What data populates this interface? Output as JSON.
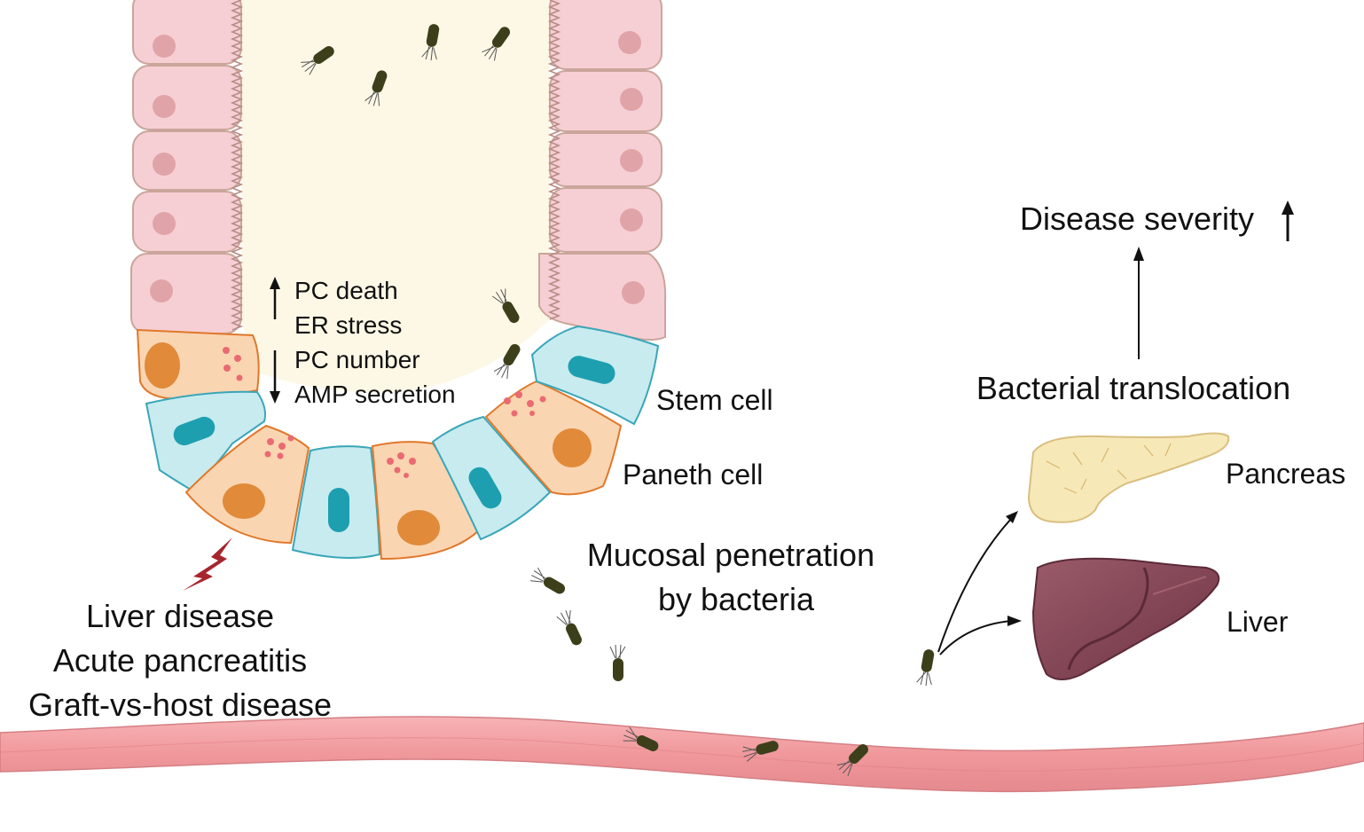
{
  "effects": {
    "up_items": [
      "PC death",
      "ER stress"
    ],
    "down_items": [
      "PC number",
      "AMP secretion"
    ]
  },
  "cell_labels": {
    "stem_cell": "Stem cell",
    "paneth_cell": "Paneth cell"
  },
  "diseases": [
    "Liver disease",
    "Acute pancreatitis",
    "Graft-vs-host disease"
  ],
  "mucosal": {
    "line1": "Mucosal penetration",
    "line2": "by bacteria"
  },
  "cascade": {
    "severity": "Disease severity",
    "translocation": "Bacterial translocation"
  },
  "organs": {
    "pancreas": "Pancreas",
    "liver": "Liver"
  },
  "colors": {
    "enterocyte": "#f6cfd4",
    "paneth": "#fad5b2",
    "paneth_outline": "#e0782a",
    "stem": "#c8ebef",
    "stem_outline": "#3aa6b8",
    "stem_nucleus": "#1e9fb0",
    "lumen": "#fdf8e6",
    "vessel": "#f3a0a3",
    "bacterium": "#3d3f1a",
    "pancreas": "#f7e8b8",
    "liver": "#8a4b5a",
    "lightning": "#a7252d"
  }
}
